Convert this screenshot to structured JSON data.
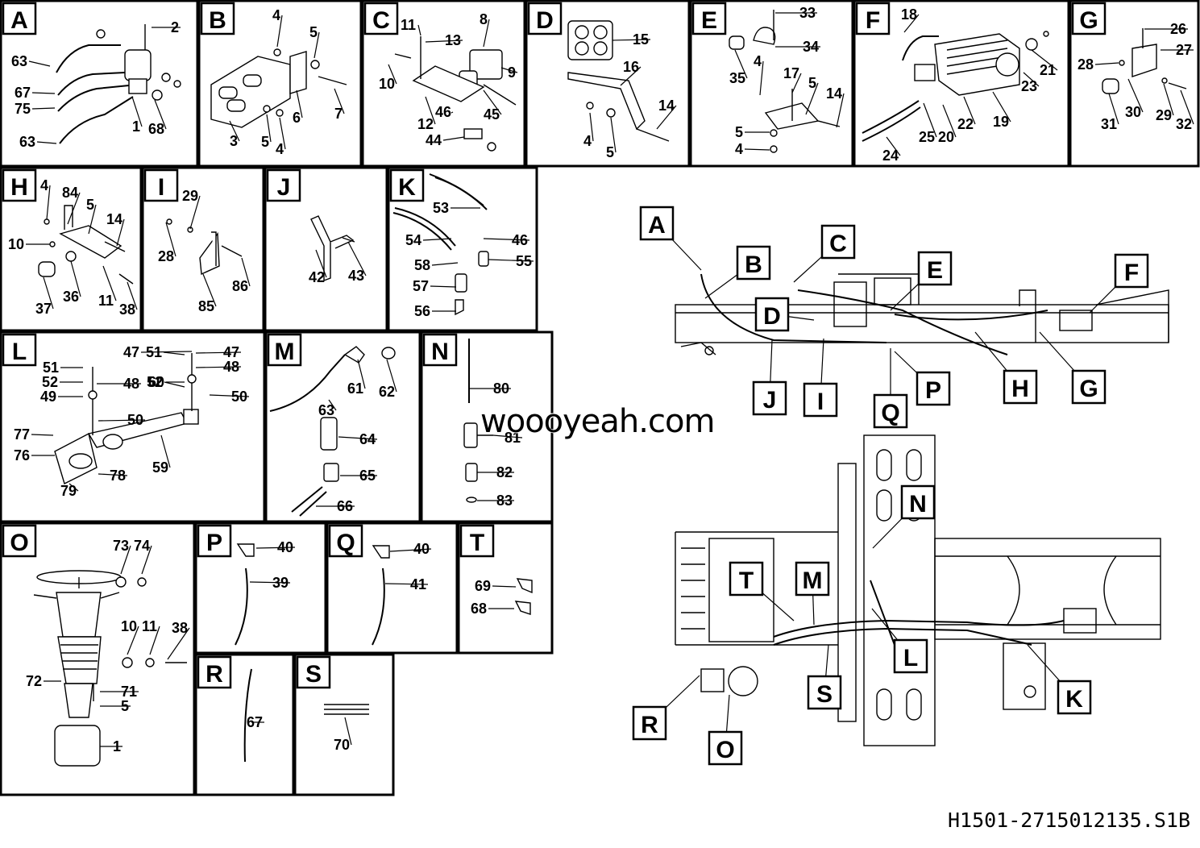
{
  "panels": [
    {
      "id": "A",
      "parts": [
        "2",
        "63",
        "67",
        "75",
        "1",
        "68",
        "63"
      ]
    },
    {
      "id": "B",
      "parts": [
        "4",
        "5",
        "6",
        "7",
        "3",
        "5",
        "4"
      ]
    },
    {
      "id": "C",
      "parts": [
        "11",
        "8",
        "13",
        "9",
        "10",
        "46",
        "45",
        "12",
        "44"
      ]
    },
    {
      "id": "D",
      "parts": [
        "15",
        "16",
        "14",
        "4",
        "5"
      ]
    },
    {
      "id": "E",
      "parts": [
        "33",
        "34",
        "35",
        "4",
        "17",
        "5",
        "14",
        "5",
        "4"
      ]
    },
    {
      "id": "F",
      "parts": [
        "18",
        "21",
        "23",
        "22",
        "19",
        "25",
        "20",
        "24"
      ]
    },
    {
      "id": "G",
      "parts": [
        "26",
        "27",
        "28",
        "30",
        "29",
        "31",
        "32"
      ]
    },
    {
      "id": "H",
      "parts": [
        "4",
        "84",
        "5",
        "14",
        "10",
        "37",
        "36",
        "11",
        "38"
      ]
    },
    {
      "id": "I",
      "parts": [
        "29",
        "28",
        "86",
        "85"
      ]
    },
    {
      "id": "J",
      "parts": [
        "42",
        "43"
      ]
    },
    {
      "id": "K",
      "parts": [
        "53",
        "54",
        "46",
        "58",
        "55",
        "57",
        "56"
      ]
    },
    {
      "id": "L",
      "parts": [
        "51",
        "47",
        "51",
        "47",
        "52",
        "48",
        "52",
        "48",
        "49",
        "60",
        "50",
        "50",
        "77",
        "76",
        "59",
        "78",
        "79"
      ]
    },
    {
      "id": "M",
      "parts": [
        "61",
        "62",
        "63",
        "64",
        "65",
        "66"
      ]
    },
    {
      "id": "N",
      "parts": [
        "80",
        "81",
        "82",
        "83"
      ]
    },
    {
      "id": "O",
      "parts": [
        "73",
        "74",
        "10",
        "11",
        "38",
        "72",
        "71",
        "5",
        "1"
      ]
    },
    {
      "id": "P",
      "parts": [
        "40",
        "39"
      ]
    },
    {
      "id": "Q",
      "parts": [
        "40",
        "41"
      ]
    },
    {
      "id": "T",
      "parts": [
        "69",
        "68"
      ]
    },
    {
      "id": "R",
      "parts": [
        "67"
      ]
    },
    {
      "id": "S",
      "parts": [
        "70"
      ]
    }
  ],
  "overview_side_tags": [
    "A",
    "B",
    "C",
    "D",
    "E",
    "F",
    "H",
    "G",
    "J",
    "I",
    "Q",
    "P"
  ],
  "overview_top_tags": [
    "N",
    "T",
    "M",
    "L",
    "S",
    "K",
    "R",
    "O"
  ],
  "watermark": "woooyeah.com",
  "drawing_number": "H1501-2715012135.S1B"
}
